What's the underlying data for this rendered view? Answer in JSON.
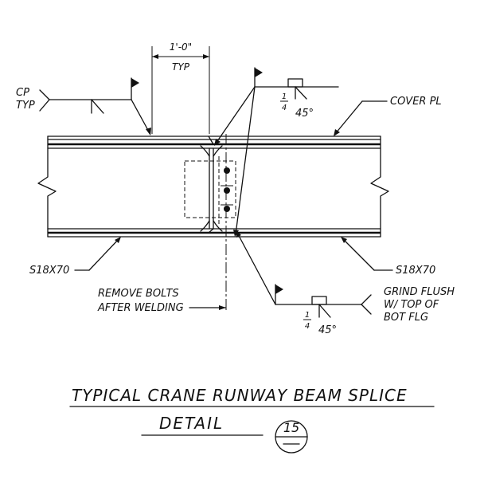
{
  "drawing": {
    "dimension": {
      "value": "1'-0\"",
      "note": "TYP"
    },
    "labels": {
      "cp": "CP",
      "cp_typ": "TYP",
      "cover_pl": "COVER PL",
      "beam_left": "S18X70",
      "beam_right": "S18X70",
      "remove_bolts_1": "REMOVE BOLTS",
      "remove_bolts_2": "AFTER WELDING",
      "grind_1": "GRIND FLUSH",
      "grind_2": "W/ TOP OF",
      "grind_3": "BOT FLG"
    },
    "weld_top": {
      "size_num": "1",
      "size_den": "4",
      "angle": "45°"
    },
    "weld_bottom": {
      "size_num": "1",
      "size_den": "4",
      "angle": "45°"
    }
  },
  "title": {
    "line1": "TYPICAL CRANE RUNWAY BEAM SPLICE",
    "line2": "DETAIL",
    "detail_number": "15"
  }
}
